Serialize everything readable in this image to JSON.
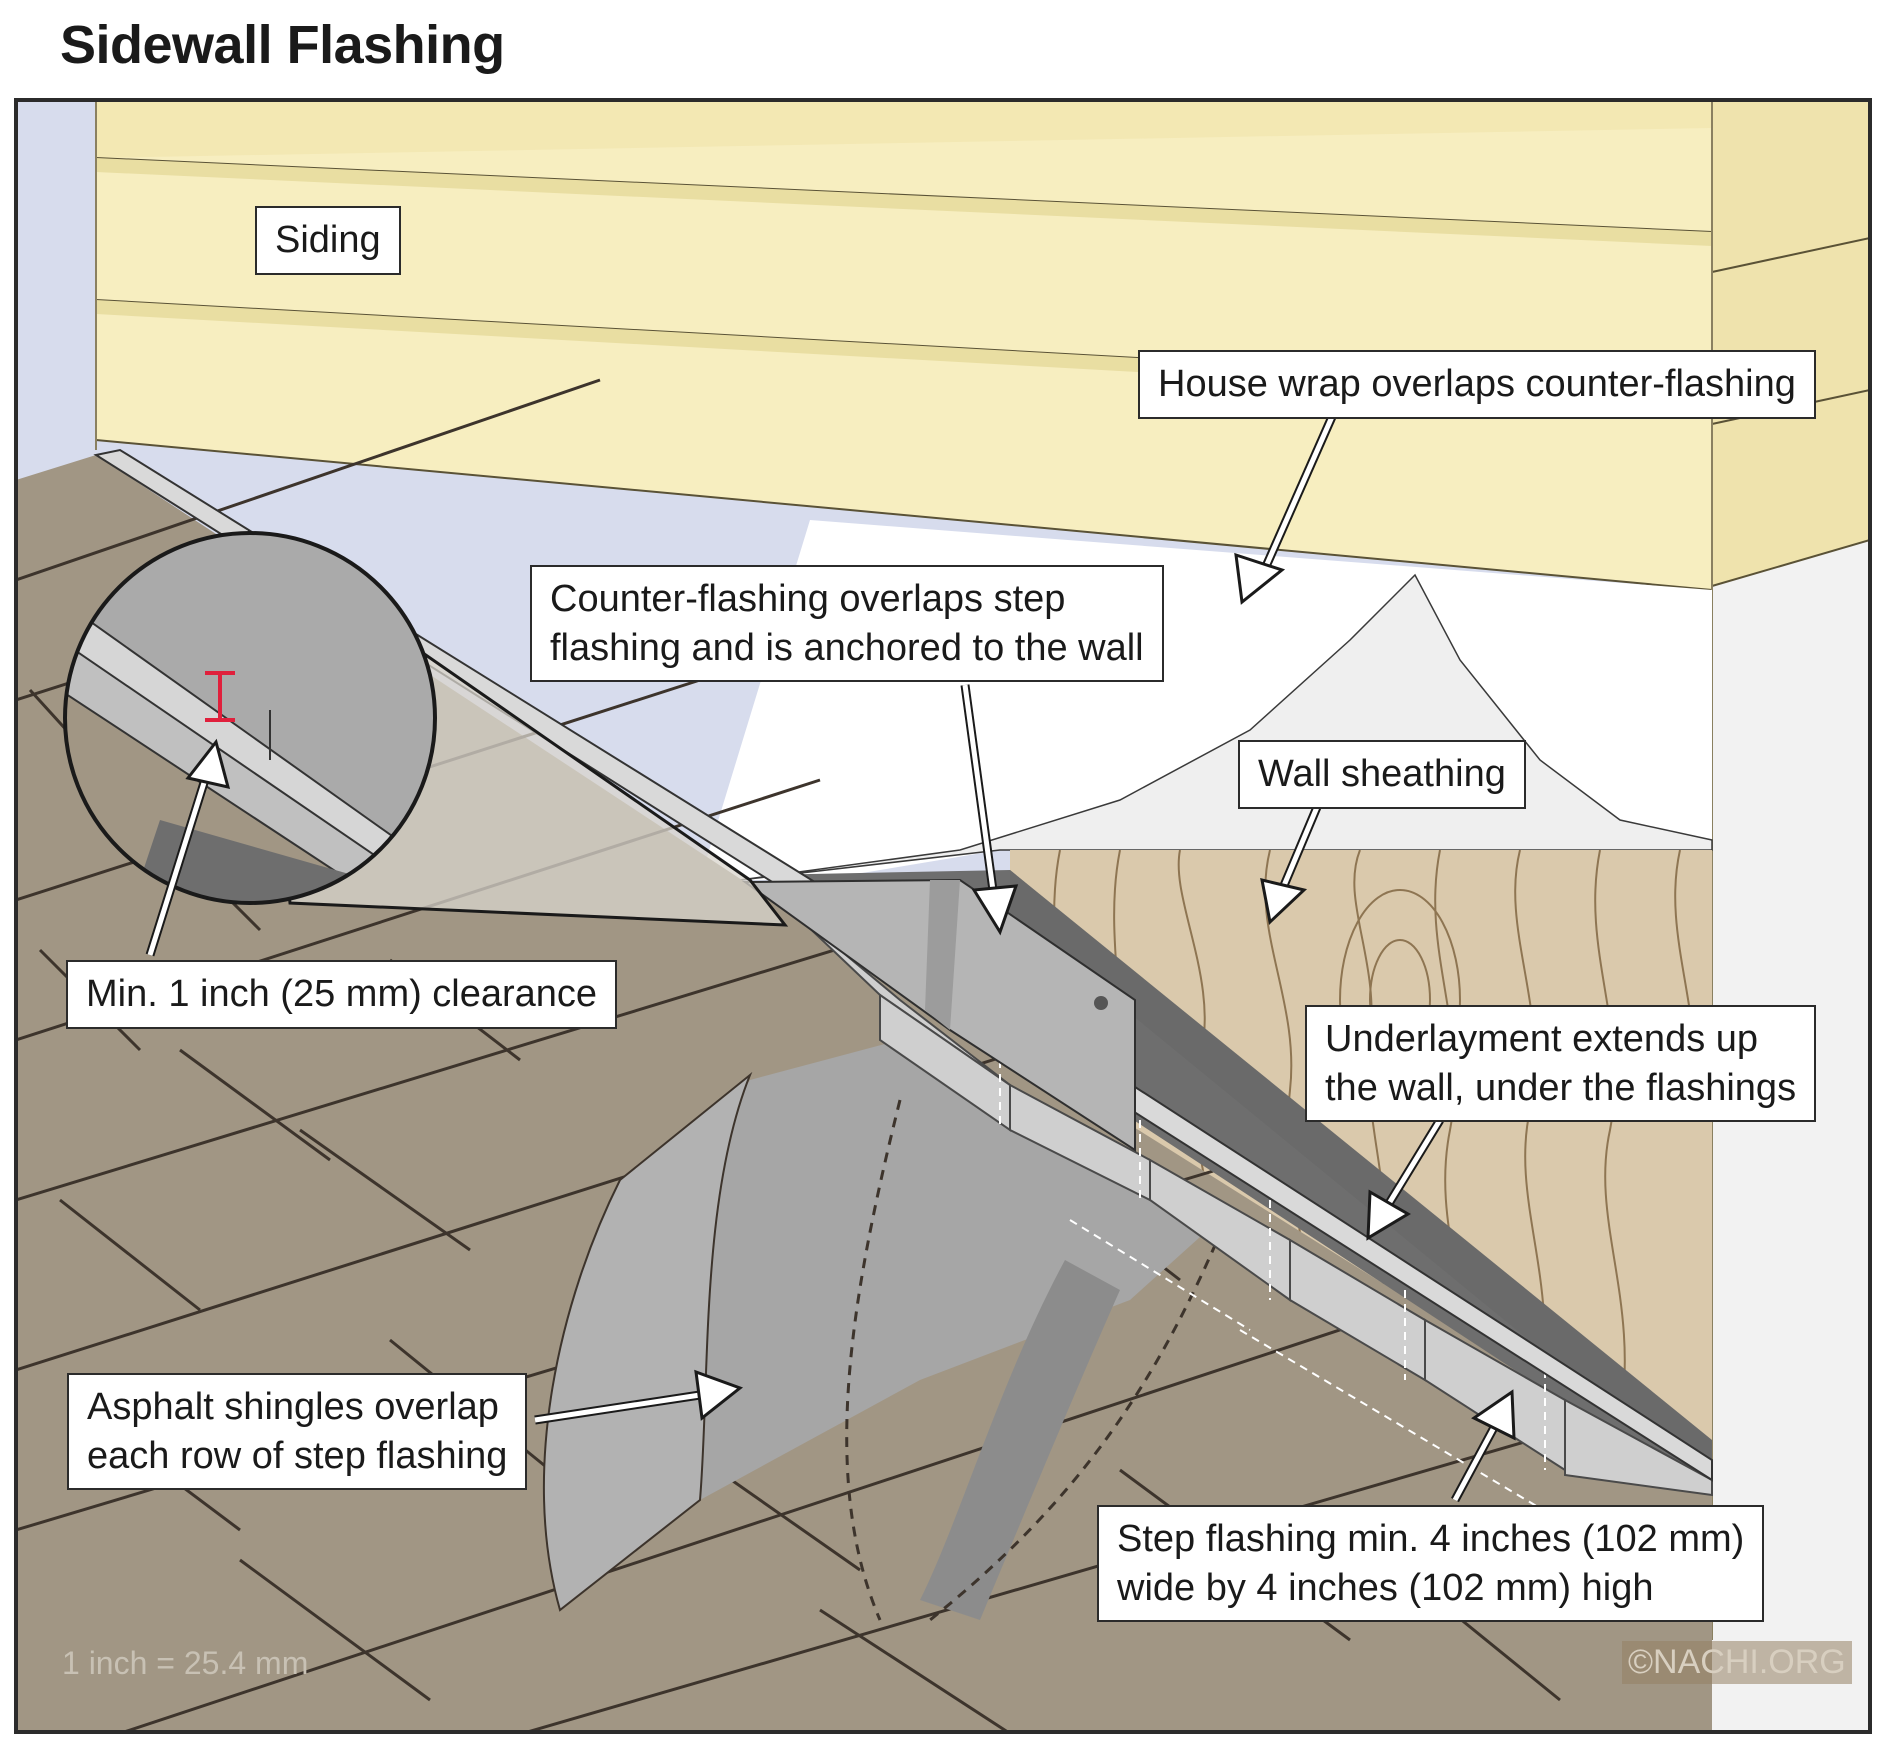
{
  "title": "Sidewall Flashing",
  "labels": {
    "siding": "Siding",
    "house_wrap": "House wrap overlaps counter-flashing",
    "counter_flashing": [
      "Counter-flashing overlaps step",
      "flashing and is anchored to the wall"
    ],
    "wall_sheathing": "Wall sheathing",
    "clearance": "Min. 1 inch (25 mm) clearance",
    "underlayment": [
      "Underlayment extends up",
      "the wall, under the flashings"
    ],
    "asphalt_shingles": [
      "Asphalt shingles overlap",
      "each row of step flashing"
    ],
    "step_flashing": [
      "Step flashing min. 4 inches (102 mm)",
      "wide by 4 inches (102 mm) high"
    ]
  },
  "footnote": "1 inch = 25.4 mm",
  "copyright": "©NACHI.ORG",
  "colors": {
    "siding": "#f7eec0",
    "siding_shadow": "#e9dea2",
    "shingle": "#a19684",
    "shingle_line": "#3d342c",
    "flashing": "#cfcfcf",
    "flashing_dark": "#8f8f8f",
    "underlayment": "#6e6e6e",
    "sheathing": "#dac9ac",
    "clearance_marker": "#e0203c"
  }
}
